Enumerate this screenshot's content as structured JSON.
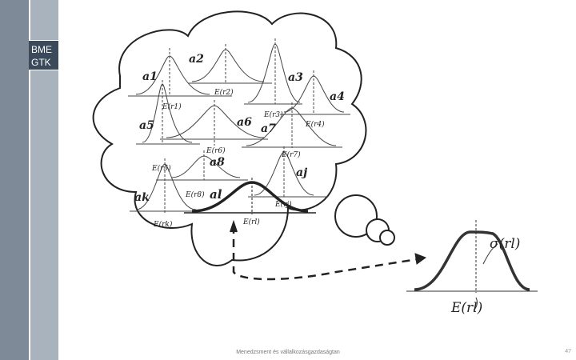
{
  "logo": {
    "line1": "BME",
    "line2": "GTK"
  },
  "labels": {
    "a1": "a1",
    "a2": "a2",
    "a3": "a3",
    "a4": "a4",
    "a5": "a5",
    "a6": "a6",
    "a7": "a7",
    "a8": "a8",
    "ak": "ak",
    "al": "al",
    "aj": "aj",
    "er1": "E(r1)",
    "er2": "E(r2)",
    "er3": "E(r3)",
    "er4": "E(r4)",
    "er5": "E(r5)",
    "er6": "E(r6)",
    "er7": "E(r7)",
    "er8": "E(r8)",
    "erk": "E(rk)",
    "erl": "E(rl)",
    "erj": "E(rj)"
  },
  "big": {
    "sigma": "σ(rl)",
    "mean": "E(rl)"
  },
  "footer": {
    "text": "Menedzsment és vállalkozásgazdaságtan",
    "page": "47"
  }
}
